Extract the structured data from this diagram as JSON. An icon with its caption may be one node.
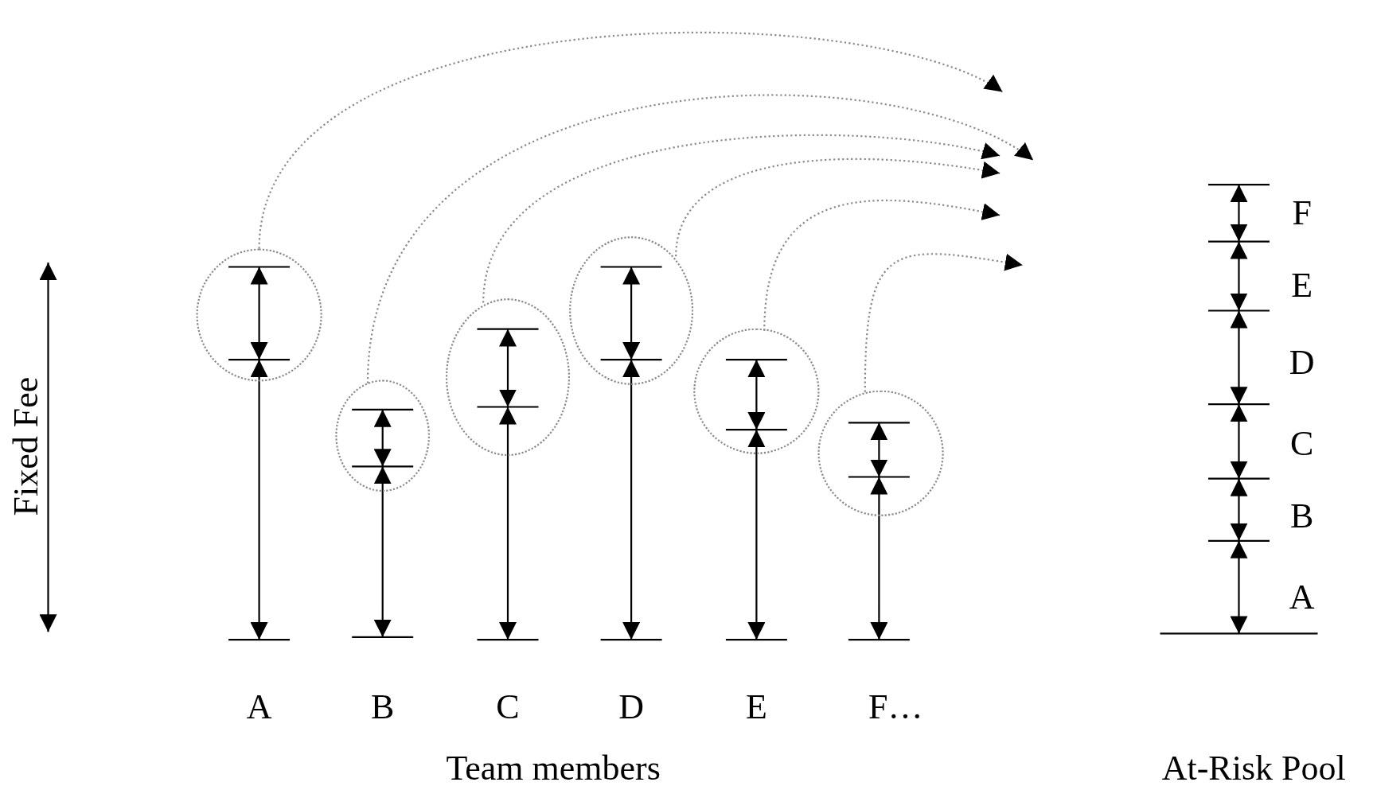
{
  "diagram": {
    "nodes": [
      {
        "text": [],
        "shape": "circle"
      },
      {
        "text": [],
        "shape": "circle"
      },
      {
        "text": [],
        "shape": "circle"
      },
      {
        "text": [],
        "shape": "circle"
      },
      {
        "text": [],
        "shape": "circle"
      },
      {
        "text": [],
        "shape": "circle"
      }
    ],
    "edges": [
      {
        "from": 0,
        "to": null,
        "arrow": "to",
        "style": "dashed"
      },
      {
        "from": 1,
        "to": null,
        "arrow": "to",
        "style": "dashed"
      },
      {
        "from": 2,
        "to": null,
        "arrow": "to",
        "style": "dashed"
      },
      {
        "from": 3,
        "to": null,
        "arrow": "to",
        "style": "dashed"
      },
      {
        "from": 4,
        "to": null,
        "arrow": "to",
        "style": "dashed"
      },
      {
        "from": 5,
        "to": null,
        "arrow": "to",
        "style": "dashed"
      }
    ],
    "labels": [
      "Fixed Fee",
      "A",
      "B",
      "C",
      "D",
      "E",
      "F…",
      "Team members",
      "F",
      "E",
      "D",
      "C",
      "B",
      "A",
      "At-Risk Pool"
    ]
  }
}
